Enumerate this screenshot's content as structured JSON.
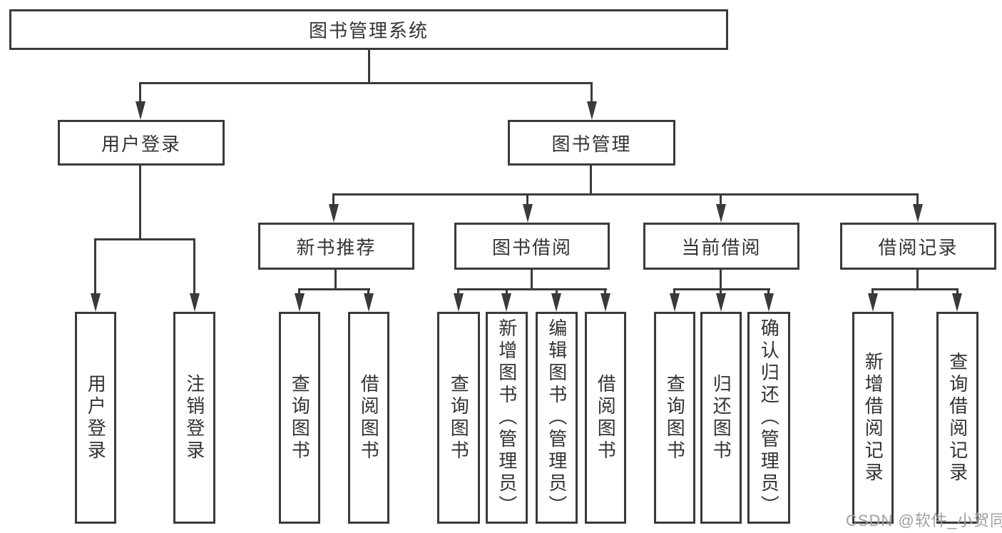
{
  "diagram": {
    "root": {
      "label": "图书管理系统"
    },
    "branches": [
      {
        "label": "用户登录",
        "children": [
          {
            "label": "用户登录"
          },
          {
            "label": "注销登录"
          }
        ]
      },
      {
        "label": "图书管理",
        "children": [
          {
            "label": "新书推荐",
            "children": [
              {
                "label": "查询图书"
              },
              {
                "label": "借阅图书"
              }
            ]
          },
          {
            "label": "图书借阅",
            "children": [
              {
                "label": "查询图书"
              },
              {
                "label": "新增图书（管理员）"
              },
              {
                "label": "编辑图书（管理员）"
              },
              {
                "label": "借阅图书"
              }
            ]
          },
          {
            "label": "当前借阅",
            "children": [
              {
                "label": "查询图书"
              },
              {
                "label": "归还图书"
              },
              {
                "label": "确认归还（管理员）"
              }
            ]
          },
          {
            "label": "借阅记录",
            "children": [
              {
                "label": "新增借阅记录"
              },
              {
                "label": "查询借阅记录"
              }
            ]
          }
        ]
      }
    ]
  },
  "watermark": {
    "text": "CSDN @软件_小贺同学"
  },
  "colors": {
    "line": "#3a3a3a",
    "box_border": "#3a3a3a",
    "text": "#333333",
    "background": "#ffffff",
    "watermark": "#9f9f9f"
  }
}
